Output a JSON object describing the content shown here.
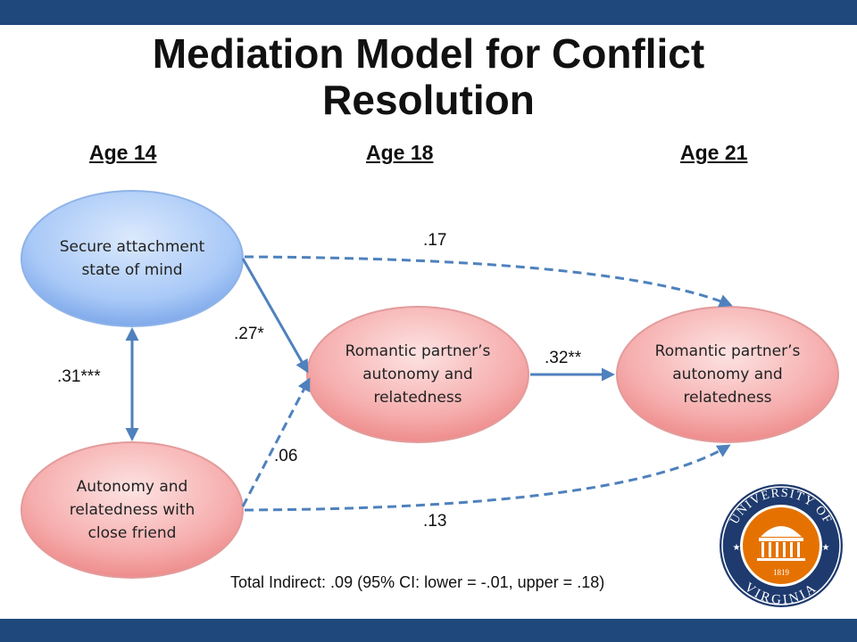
{
  "title": "Mediation Model for Conflict Resolution",
  "ages": {
    "age14": "Age 14",
    "age18": "Age 18",
    "age21": "Age 21"
  },
  "nodes": {
    "secure": "Secure attachment state of mind",
    "friend": "Autonomy and relatedness with close friend",
    "partner18": "Romantic partner’s autonomy and relatedness",
    "partner21": "Romantic partner’s autonomy and relatedness"
  },
  "paths": {
    "secure_to_partner21": ".17",
    "secure_to_partner18": ".27*",
    "secure_friend_corr": ".31***",
    "friend_to_partner18": ".06",
    "partner18_to_partner21": ".32**",
    "friend_to_partner21": ".13"
  },
  "footnote": "Total Indirect: .09 (95% CI: lower = -.01, upper = .18)",
  "logo": {
    "text_top": "UNIVERSITY OF",
    "text_bottom": "VIRGINIA",
    "year": "1819"
  },
  "colors": {
    "bar": "#1f497d",
    "arrow": "#4f81bd",
    "blue_node": "#9dc3f6",
    "red_node": "#f7a5a5"
  }
}
